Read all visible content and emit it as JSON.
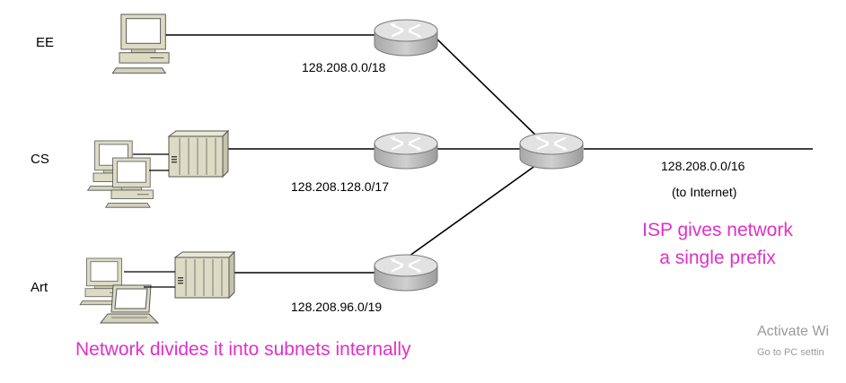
{
  "departments": {
    "ee": {
      "label": "EE",
      "prefix": "128.208.0.0/18"
    },
    "cs": {
      "label": "CS",
      "prefix": "128.208.128.0/17"
    },
    "art": {
      "label": "Art",
      "prefix": "128.208.96.0/19"
    }
  },
  "internet": {
    "prefix": "128.208.0.0/16",
    "label": "(to Internet)"
  },
  "annotations": {
    "isp_line1": "ISP gives network",
    "isp_line2": "a single prefix",
    "subnets": "Network divides it into subnets internally"
  },
  "watermark": {
    "title": "Activate Wi",
    "subtitle": "Go to PC settin"
  },
  "colors": {
    "annotation": "#e030c8",
    "router_body": "#bdbdbd",
    "router_top": "#dcdcdc",
    "device_beige": "#dcdcc4",
    "watermark": "#9a9a9a"
  },
  "icons": {
    "router": "router-icon",
    "computer": "desktop-computer-icon",
    "switch": "switch-rack-icon",
    "laptop": "laptop-icon"
  }
}
